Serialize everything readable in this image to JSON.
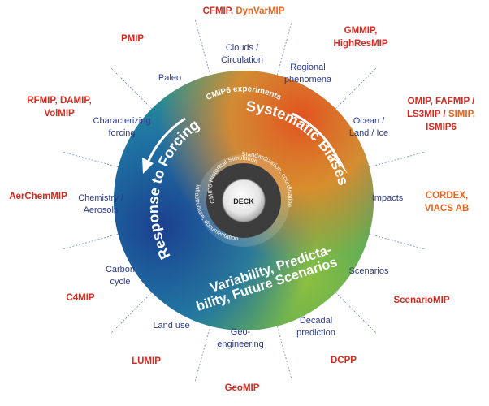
{
  "colors": {
    "mip_red": "#d42a20",
    "mip_orange": "#e8641f",
    "topic_blue": "#2b3a8c",
    "ring_white": "#ffffff",
    "deck_grey": "#bdbdbd",
    "hub_dark": "#3a3a3a"
  },
  "center": {
    "deck": "DECK",
    "historical": "CMIP6 Historical Simulation",
    "standardization": "Standardization, coordination",
    "infrastructure": "Infrastructure, documentation"
  },
  "ring": {
    "experiments_label": "CMIP6 experiments",
    "theme_systematic": "Systematic Biases",
    "theme_forcing": "Response to Forcing",
    "theme_variability_1": "Variability, Predicta-",
    "theme_variability_2": "bility, Future Scenarios"
  },
  "topics": {
    "clouds": [
      "Clouds /",
      "Circulation"
    ],
    "regional": [
      "Regional",
      "phenomena"
    ],
    "ocean": [
      "Ocean /",
      "Land / Ice"
    ],
    "impacts": [
      "Impacts"
    ],
    "scenarios": [
      "Scenarios"
    ],
    "decadal": [
      "Decadal",
      "prediction"
    ],
    "geoeng": [
      "Geo-",
      "engineering"
    ],
    "landuse": [
      "Land use"
    ],
    "carbon": [
      "Carbon",
      "cycle"
    ],
    "chemistry": [
      "Chemistry /",
      "Aerosols"
    ],
    "forcing": [
      "Characterizing",
      "forcing"
    ],
    "paleo": [
      "Paleo"
    ]
  },
  "mips": {
    "cfmip_1": "CFMIP,",
    "cfmip_2": "DynVarMIP",
    "gmmip_1": "GMMIP,",
    "gmmip_2": "HighResMIP",
    "omip_1": "OMIP, FAFMIP /",
    "omip_2a": "LS3MIP /",
    "omip_2b": "SIMIP,",
    "omip_3": "ISMIP6",
    "cordex_1": "CORDEX,",
    "cordex_2": "VIACS AB",
    "scenariomip": "ScenarioMIP",
    "dcpp": "DCPP",
    "geomip": "GeoMIP",
    "lumip": "LUMIP",
    "c4mip": "C4MIP",
    "aerchemmip": "AerChemMIP",
    "rfmip_1": "RFMIP, DAMIP,",
    "rfmip_2": "VolMIP",
    "pmip": "PMIP"
  }
}
